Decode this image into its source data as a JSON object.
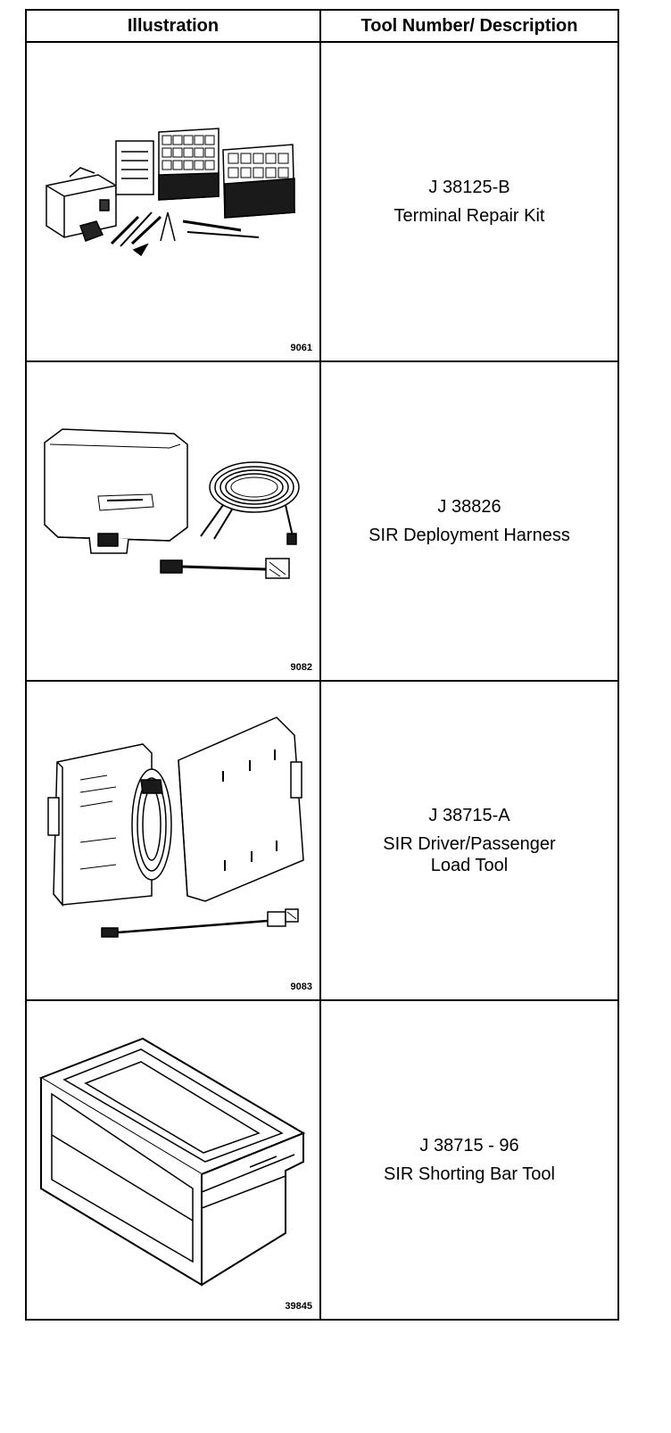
{
  "table": {
    "header": {
      "illustration": "Illustration",
      "tool_number_description": "Tool Number/ Description"
    },
    "rows": [
      {
        "figure": "9061",
        "tool_number": "J 38125-B",
        "description": "Terminal Repair Kit"
      },
      {
        "figure": "9082",
        "tool_number": "J 38826",
        "description": "SIR Deployment Harness"
      },
      {
        "figure": "9083",
        "tool_number": "J 38715-A",
        "description": "SIR Driver/Passenger\nLoad Tool"
      },
      {
        "figure": "39845",
        "tool_number": "J 38715 - 96",
        "description": "SIR Shorting Bar Tool"
      }
    ]
  }
}
